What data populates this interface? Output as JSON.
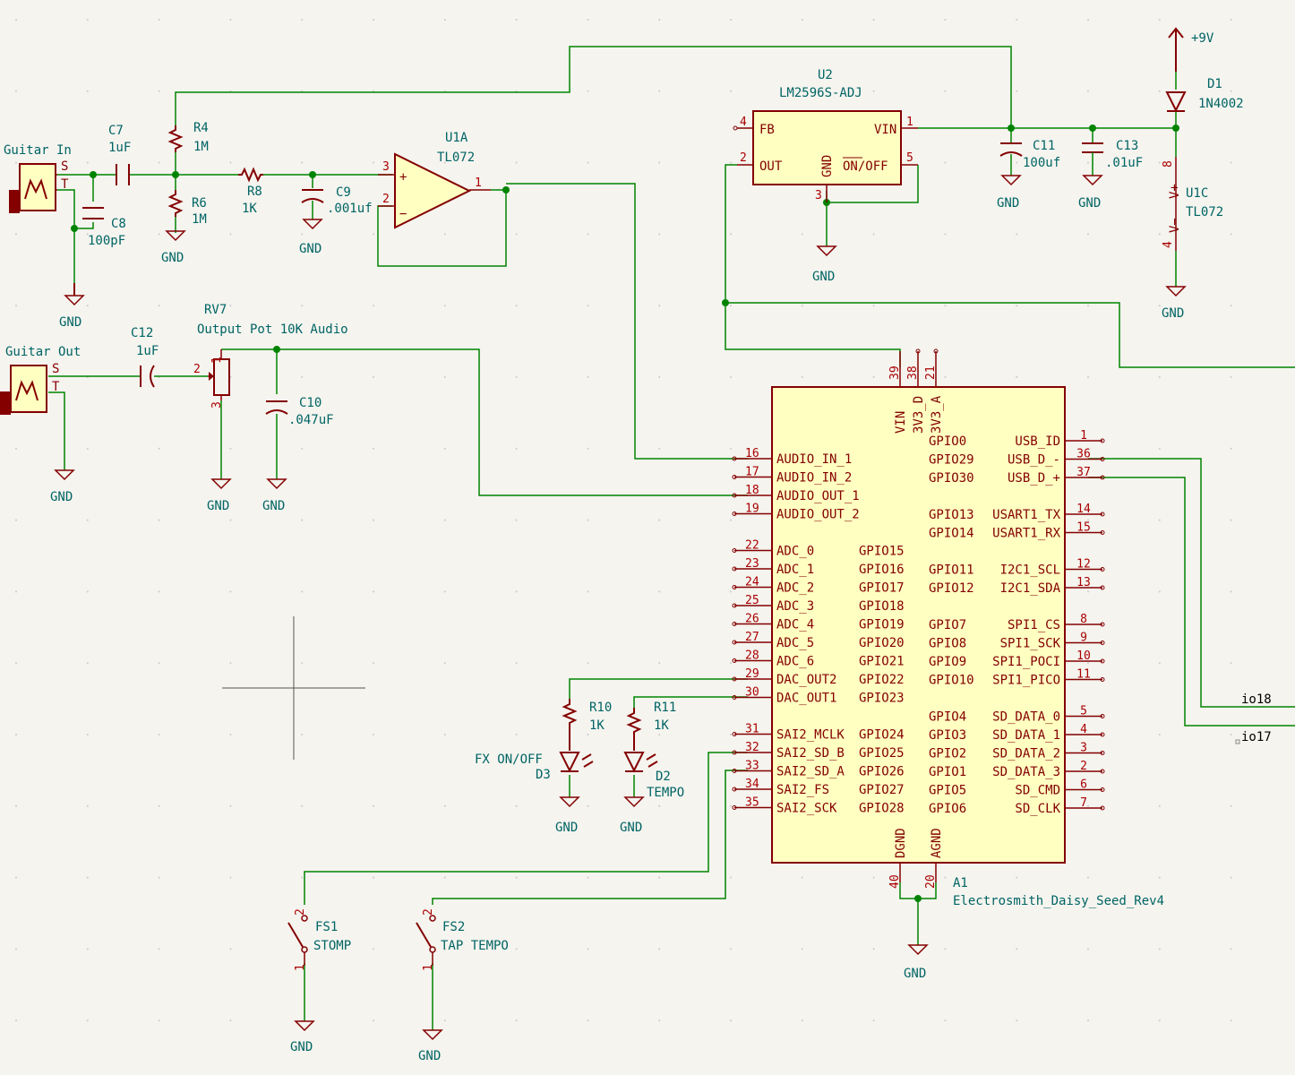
{
  "colors": {
    "background": "#f5f4ef",
    "component": "#840000",
    "wire": "#008400",
    "label": "#006464",
    "chip_fill": "#ffffc2"
  },
  "j_in": {
    "name": "Guitar In",
    "s": "S",
    "t": "T"
  },
  "j_out": {
    "name": "Guitar Out",
    "s": "S",
    "t": "T"
  },
  "c7": {
    "ref": "C7",
    "val": "1uF"
  },
  "c8": {
    "ref": "C8",
    "val": "100pF"
  },
  "r4": {
    "ref": "R4",
    "val": "1M"
  },
  "r6": {
    "ref": "R6",
    "val": "1M"
  },
  "r8": {
    "ref": "R8",
    "val": "1K"
  },
  "c9": {
    "ref": "C9",
    "val": ".001uf"
  },
  "u1a": {
    "ref": "U1A",
    "val": "TL072",
    "pin_plus": "3",
    "pin_minus": "2",
    "pin_out": "1",
    "plus": "+",
    "minus": "−"
  },
  "u1c": {
    "ref": "U1C",
    "val": "TL072",
    "pin_vp": "8",
    "pin_vm": "4",
    "vp": "V+",
    "vm": "V−"
  },
  "u2": {
    "ref": "U2",
    "val": "LM2596S-ADJ",
    "fb": "FB",
    "out": "OUT",
    "gnd": "GND",
    "on_off": "ON/OFF",
    "vin": "VIN",
    "pin_fb": "4",
    "pin_out": "2",
    "pin_gnd": "3",
    "pin_onoff": "5",
    "pin_vin": "1"
  },
  "c11": {
    "ref": "C11",
    "val": "100uf"
  },
  "c13": {
    "ref": "C13",
    "val": ".01uF"
  },
  "d1": {
    "ref": "D1",
    "val": "1N4002"
  },
  "pwr_9v": "+9V",
  "gnd": "GND",
  "c12": {
    "ref": "C12",
    "val": "1uF"
  },
  "rv7": {
    "ref": "RV7",
    "val": "Output Pot 10K Audio",
    "pin1": "1",
    "pin2": "2",
    "pin3": "3"
  },
  "c10": {
    "ref": "C10",
    "val": ".047uF"
  },
  "r10": {
    "ref": "R10",
    "val": "1K"
  },
  "r11": {
    "ref": "R11",
    "val": "1K"
  },
  "d3": {
    "ref": "D3",
    "val": "FX ON/OFF"
  },
  "d2": {
    "ref": "D2",
    "val": "TEMPO"
  },
  "fs1": {
    "ref": "FS1",
    "val": "STOMP",
    "pin1": "1",
    "pin2": "2"
  },
  "fs2": {
    "ref": "FS2",
    "val": "TAP TEMPO",
    "pin1": "1",
    "pin2": "2"
  },
  "a1": {
    "ref": "A1",
    "val": "Electrosmith_Daisy_Seed_Rev4",
    "top_pins": [
      {
        "num": "39",
        "name": "VIN"
      },
      {
        "num": "38",
        "name": "3V3_D"
      },
      {
        "num": "21",
        "name": "3V3_A"
      }
    ],
    "bottom_pins": [
      {
        "num": "40",
        "name": "DGND"
      },
      {
        "num": "20",
        "name": "AGND"
      }
    ],
    "left_pins": [
      {
        "num": "16",
        "name": "AUDIO_IN_1",
        "gpio": ""
      },
      {
        "num": "17",
        "name": "AUDIO_IN_2",
        "gpio": ""
      },
      {
        "num": "18",
        "name": "AUDIO_OUT_1",
        "gpio": ""
      },
      {
        "num": "19",
        "name": "AUDIO_OUT_2",
        "gpio": ""
      },
      {
        "num": "",
        "name": "",
        "gpio": ""
      },
      {
        "num": "22",
        "name": "ADC_0",
        "gpio": "GPIO15"
      },
      {
        "num": "23",
        "name": "ADC_1",
        "gpio": "GPIO16"
      },
      {
        "num": "24",
        "name": "ADC_2",
        "gpio": "GPIO17"
      },
      {
        "num": "25",
        "name": "ADC_3",
        "gpio": "GPIO18"
      },
      {
        "num": "26",
        "name": "ADC_4",
        "gpio": "GPIO19"
      },
      {
        "num": "27",
        "name": "ADC_5",
        "gpio": "GPIO20"
      },
      {
        "num": "28",
        "name": "ADC_6",
        "gpio": "GPIO21"
      },
      {
        "num": "29",
        "name": "DAC_OUT2",
        "gpio": "GPIO22"
      },
      {
        "num": "30",
        "name": "DAC_OUT1",
        "gpio": "GPIO23"
      },
      {
        "num": "",
        "name": "",
        "gpio": ""
      },
      {
        "num": "31",
        "name": "SAI2_MCLK",
        "gpio": "GPIO24"
      },
      {
        "num": "32",
        "name": "SAI2_SD_B",
        "gpio": "GPIO25"
      },
      {
        "num": "33",
        "name": "SAI2_SD_A",
        "gpio": "GPIO26"
      },
      {
        "num": "34",
        "name": "SAI2_FS",
        "gpio": "GPIO27"
      },
      {
        "num": "35",
        "name": "SAI2_SCK",
        "gpio": "GPIO28"
      }
    ],
    "right_pins": [
      {
        "num": "1",
        "name": "USB_ID",
        "gpio": "GPIO0"
      },
      {
        "num": "36",
        "name": "USB_D_-",
        "gpio": "GPIO29"
      },
      {
        "num": "37",
        "name": "USB_D_+",
        "gpio": "GPIO30"
      },
      {
        "num": "",
        "name": "",
        "gpio": ""
      },
      {
        "num": "14",
        "name": "USART1_TX",
        "gpio": "GPIO13"
      },
      {
        "num": "15",
        "name": "USART1_RX",
        "gpio": "GPIO14"
      },
      {
        "num": "",
        "name": "",
        "gpio": ""
      },
      {
        "num": "12",
        "name": "I2C1_SCL",
        "gpio": "GPIO11"
      },
      {
        "num": "13",
        "name": "I2C1_SDA",
        "gpio": "GPIO12"
      },
      {
        "num": "",
        "name": "",
        "gpio": ""
      },
      {
        "num": "8",
        "name": "SPI1_CS",
        "gpio": "GPIO7"
      },
      {
        "num": "9",
        "name": "SPI1_SCK",
        "gpio": "GPIO8"
      },
      {
        "num": "10",
        "name": "SPI1_POCI",
        "gpio": "GPIO9"
      },
      {
        "num": "11",
        "name": "SPI1_PICO",
        "gpio": "GPIO10"
      },
      {
        "num": "",
        "name": "",
        "gpio": ""
      },
      {
        "num": "5",
        "name": "SD_DATA_0",
        "gpio": "GPIO4"
      },
      {
        "num": "4",
        "name": "SD_DATA_1",
        "gpio": "GPIO3"
      },
      {
        "num": "3",
        "name": "SD_DATA_2",
        "gpio": "GPIO2"
      },
      {
        "num": "2",
        "name": "SD_DATA_3",
        "gpio": "GPIO1"
      },
      {
        "num": "6",
        "name": "SD_CMD",
        "gpio": "GPIO5"
      },
      {
        "num": "7",
        "name": "SD_CLK",
        "gpio": "GPIO6"
      }
    ]
  },
  "labels": {
    "io18": "io18",
    "io17": "io17"
  }
}
